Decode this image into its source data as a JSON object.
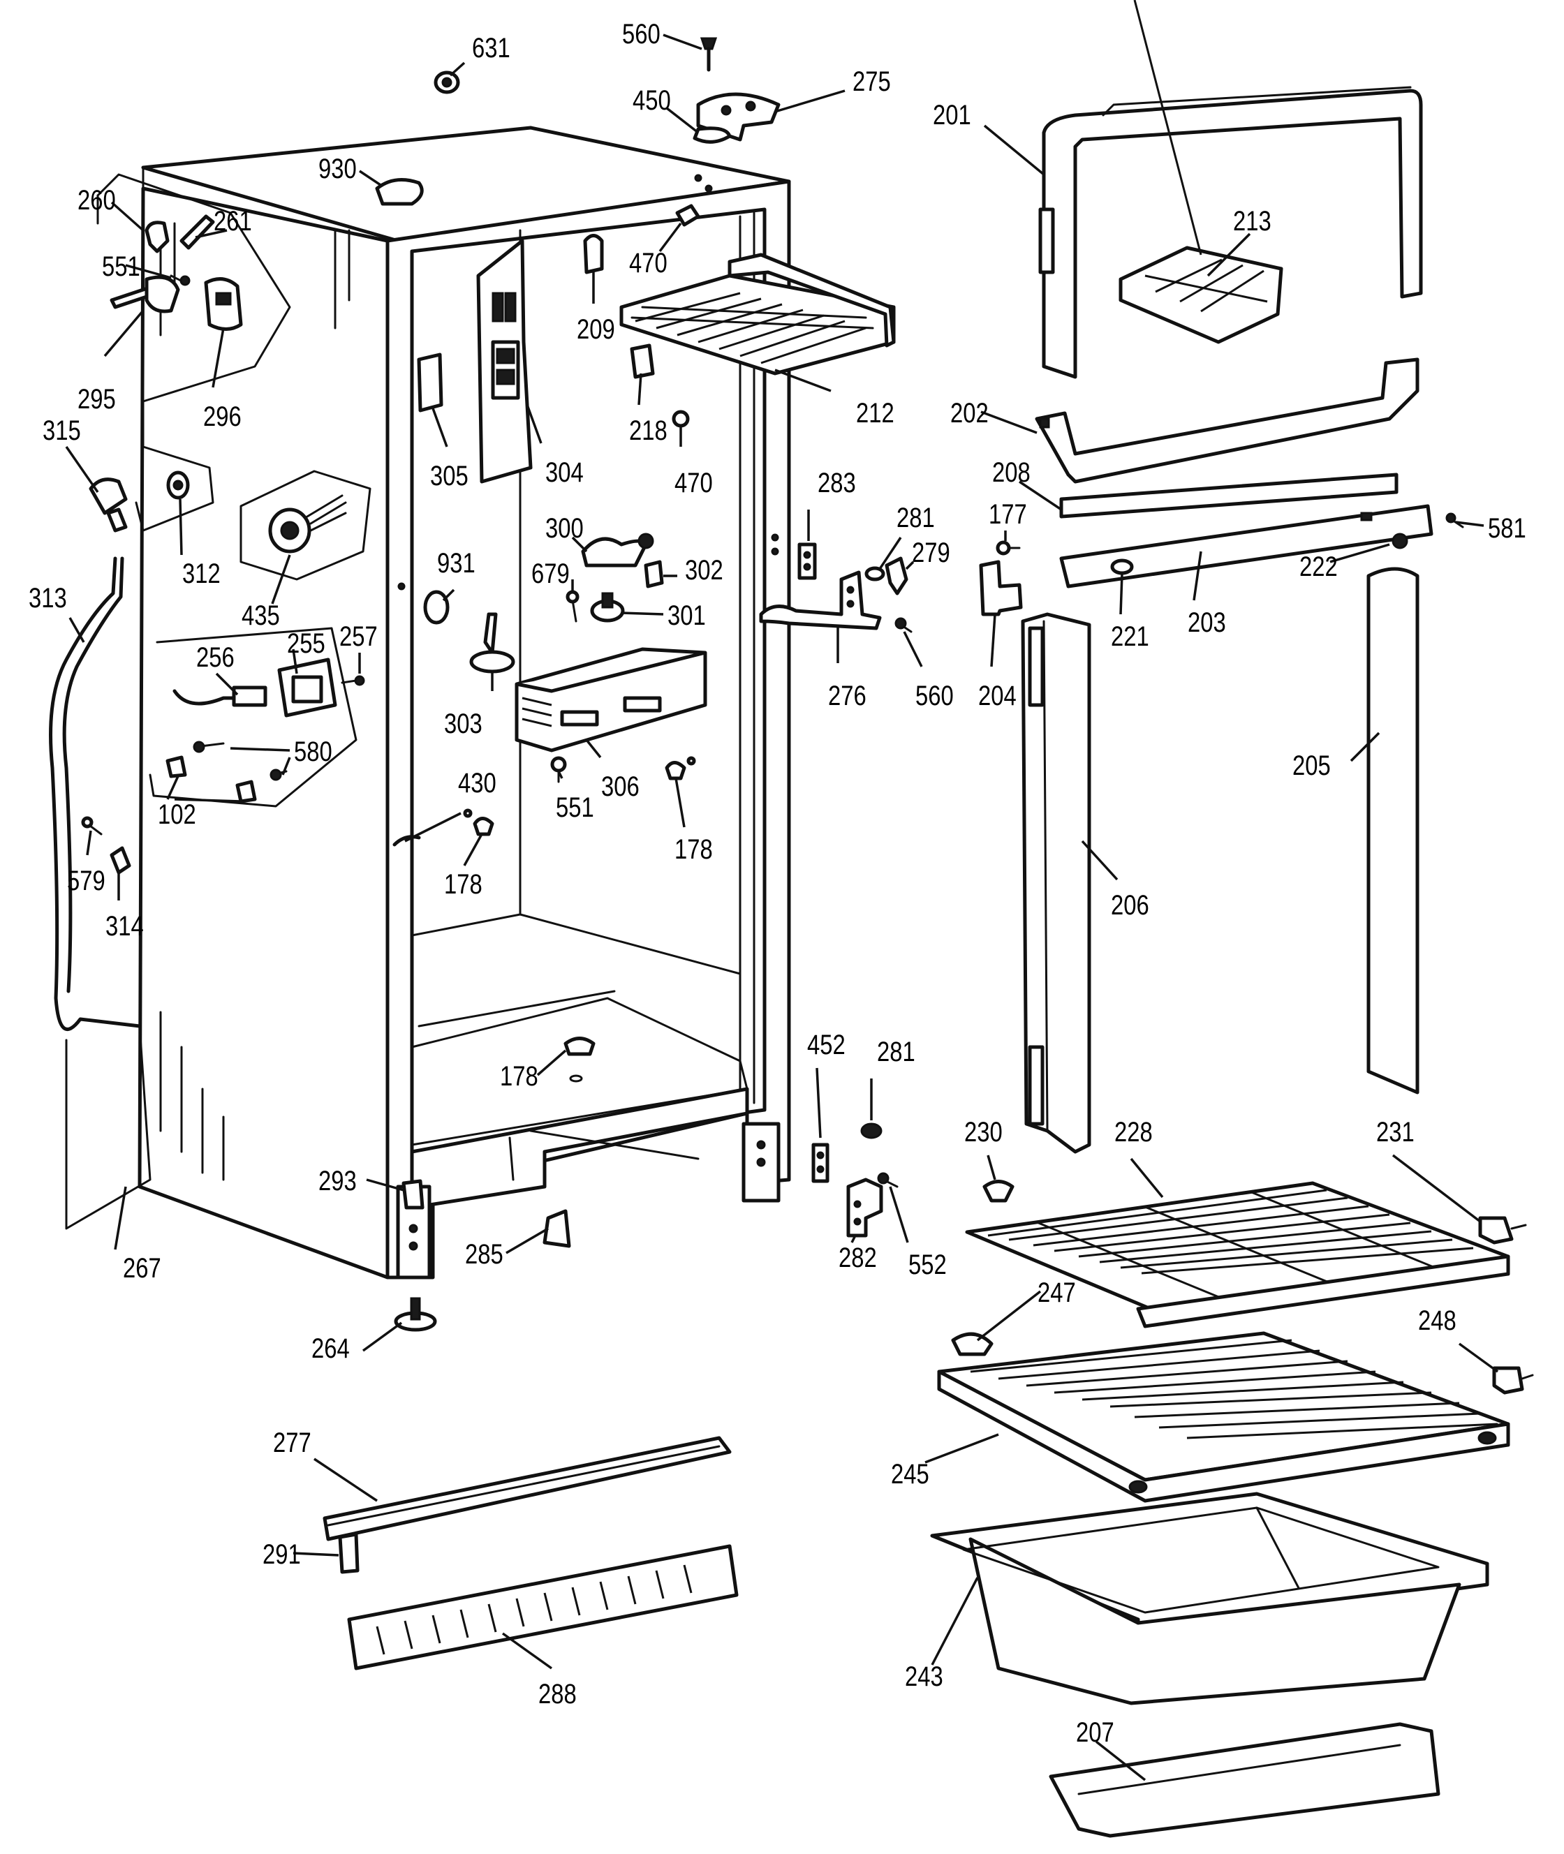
{
  "diagram": {
    "callouts": [
      "631",
      "560",
      "275",
      "450",
      "201",
      "930",
      "260",
      "261",
      "470",
      "213",
      "551",
      "209",
      "212",
      "295",
      "296",
      "202",
      "315",
      "218",
      "305",
      "304",
      "470",
      "208",
      "581",
      "312",
      "283",
      "177",
      "281",
      "279",
      "300",
      "222",
      "313",
      "435",
      "931",
      "679",
      "302",
      "221",
      "203",
      "257",
      "256",
      "255",
      "301",
      "276",
      "560",
      "204",
      "303",
      "205",
      "580",
      "306",
      "102",
      "430",
      "551",
      "178",
      "579",
      "178",
      "314",
      "206",
      "452",
      "281",
      "178",
      "230",
      "228",
      "231",
      "293",
      "267",
      "285",
      "282",
      "552",
      "247",
      "264",
      "248",
      "277",
      "245",
      "291",
      "243",
      "288",
      "207"
    ]
  }
}
